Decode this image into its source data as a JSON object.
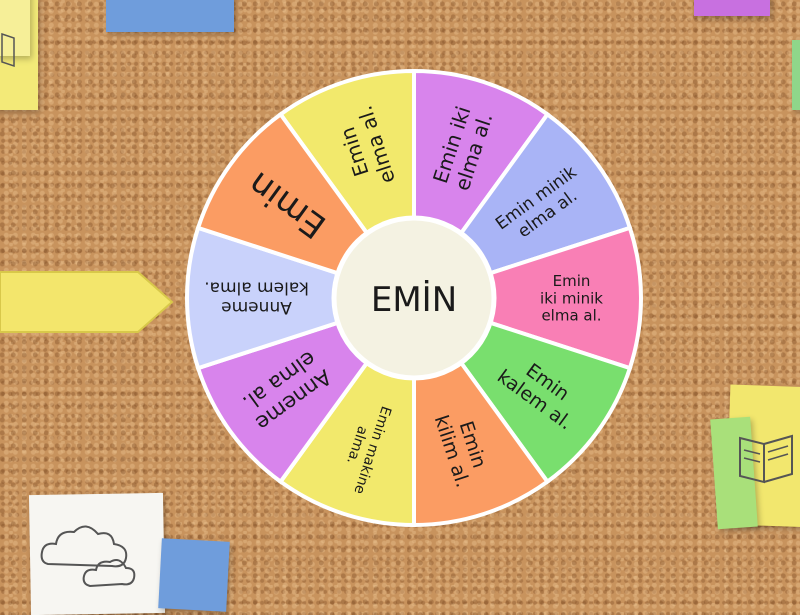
{
  "wheel": {
    "center_label": "EMİN",
    "segments": [
      {
        "label": "Emin\nelma al.",
        "color": "#f2e96c"
      },
      {
        "label": "Emin iki\nelma al.",
        "color": "#d884ec"
      },
      {
        "label": "Emin minik\nelma al.",
        "color": "#a9b4f6"
      },
      {
        "label": "Emin\niki minik\nelma al.",
        "color": "#f97fb5"
      },
      {
        "label": "Emin\nkalem al.",
        "color": "#79df6e"
      },
      {
        "label": "Emin\nkilim al.",
        "color": "#fb9c63"
      },
      {
        "label": "Emin makine\nalma.",
        "color": "#f2e96c"
      },
      {
        "label": "Anneme\nelma al.",
        "color": "#d884ec"
      },
      {
        "label": "Anneme\nkalem alma.",
        "color": "#c9d2fb"
      },
      {
        "label": "Emin",
        "color": "#fb9c63"
      }
    ]
  },
  "colors": {
    "pointer": "#f3e66c",
    "center": "#f4f2e2"
  },
  "decor": {
    "icons": [
      "cloud-icon",
      "book-icon"
    ]
  }
}
